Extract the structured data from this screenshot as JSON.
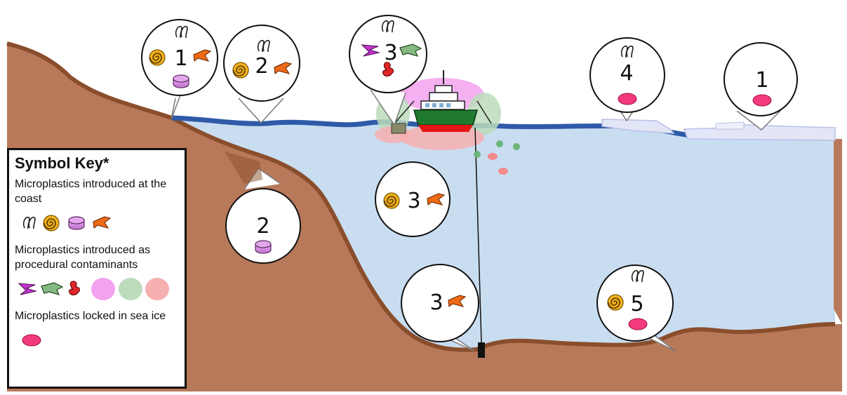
{
  "diagram": {
    "station_numbers": {
      "coast_upper": "1",
      "coast_lower": "2",
      "slope": "2",
      "vessel": "3",
      "water_column": "3",
      "seafloor_mooring": "3",
      "ice_floe": "4",
      "ice_far": "1",
      "seafloor_right": "5"
    }
  },
  "key": {
    "title": "Symbol Key*",
    "coast_label": "Microplastics introduced at the coast",
    "procedural_label": "Microplastics introduced as procedural contaminants",
    "ice_label": "Microplastics locked in sea ice"
  },
  "icons": {
    "fibre": "fibre-icon",
    "spiral": "spiral-fragment-icon",
    "disc": "pellet-disc-icon",
    "fragment": "orange-fragment-icon",
    "paint": "magenta-flake-icon",
    "film": "green-film-icon",
    "red_fragment": "red-fragment-icon",
    "ice_bead": "pink-bead-icon"
  },
  "colors": {
    "land": "#b8795a",
    "land_edge": "#8a4e2c",
    "sea": "#c9ddf0",
    "surface": "#2e5aa8",
    "ice": "#e2e6f7",
    "ring_pink": "#f2a2ee",
    "ring_green": "#bcdcbc",
    "ring_red": "#f7b0b0"
  }
}
